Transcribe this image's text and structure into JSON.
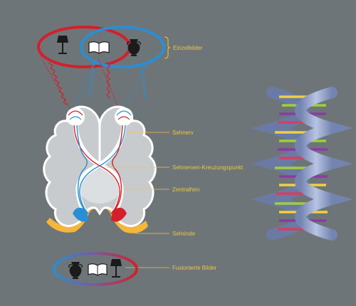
{
  "labels": {
    "einzelbilder": "Einzelbilder",
    "sehnerv": "Sehnerv",
    "kreuzung": "Sehnerven-Kreuzungspunkt",
    "zentralhirn": "Zentralhirn",
    "sehrinde": "Sehrinde",
    "fusionierte": "Fusionierte Bilder"
  },
  "icons": {
    "top": [
      "lamp-icon",
      "open-book-icon",
      "vase-icon"
    ],
    "bottom": [
      "vase-icon",
      "open-book-icon",
      "lamp-icon"
    ]
  },
  "colors": {
    "background": "#6e7578",
    "brain": "#c8cbcd",
    "left_eye_field": "#d41f2b",
    "right_eye_field": "#2a8ed4",
    "label_text": "#e8c840",
    "cortex": "#f4b73a"
  }
}
